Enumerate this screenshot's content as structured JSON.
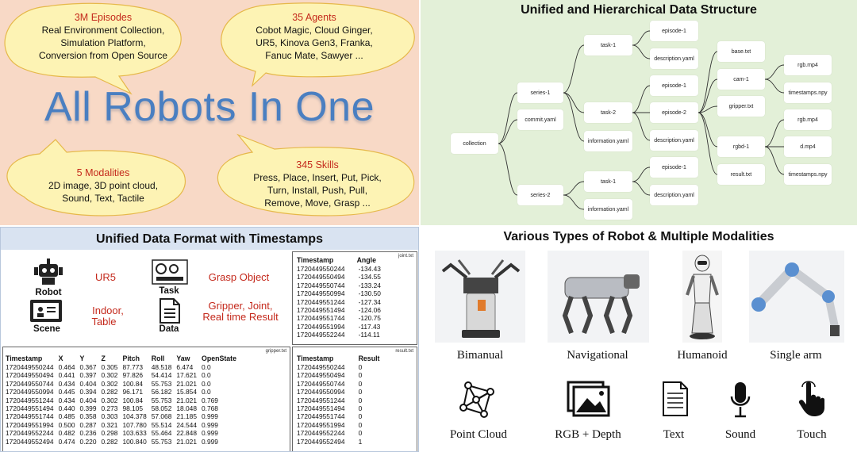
{
  "top_left": {
    "title": "All Robots In One",
    "bubbles": [
      {
        "title": "3M Episodes",
        "lines": [
          "Real Environment Collection,",
          "Simulation Platform,",
          "Conversion from Open Source"
        ]
      },
      {
        "title": "35 Agents",
        "lines": [
          "Cobot Magic, Cloud Ginger,",
          "UR5, Kinova Gen3, Franka,",
          "Fanuc Mate, Sawyer ..."
        ]
      },
      {
        "title": "5 Modalities",
        "lines": [
          "2D image, 3D point cloud,",
          "Sound, Text, Tactile"
        ]
      },
      {
        "title": "345 Skills",
        "lines": [
          "Press, Place, Insert, Put, Pick,",
          "Turn, Install, Push, Pull,",
          "Remove, Move, Grasp ..."
        ]
      }
    ]
  },
  "top_right": {
    "title": "Unified and Hierarchical Data Structure",
    "nodes": {
      "collection": "collection",
      "series1": "series-1",
      "commit": "commit.yaml",
      "series2": "series-2",
      "task1a": "task-1",
      "task2": "task-2",
      "info_a": "information.yaml",
      "task1b": "task-1",
      "info_b": "information.yaml",
      "ep1a": "episode-1",
      "desc_a": "description.yaml",
      "ep1b": "episode-1",
      "ep2": "episode-2",
      "desc_b": "description.yaml",
      "ep1c": "episode-1",
      "desc_c": "description.yaml",
      "base": "base.txt",
      "cam1": "cam-1",
      "gripper": "gripper.txt",
      "rgbd1": "rgbd-1",
      "result": "result.txt",
      "rgb1": "rgb.mp4",
      "ts1": "timestamps.npy",
      "rgb2": "rgb.mp4",
      "dmp4": "d.mp4",
      "ts2": "timestamps.npy"
    }
  },
  "bottom_left": {
    "title": "Unified Data Format with Timestamps",
    "info": {
      "robot_label": "Robot",
      "robot_value": "UR5",
      "task_label": "Task",
      "task_value": "Grasp Object",
      "scene_label": "Scene",
      "scene_value_1": "Indoor,",
      "scene_value_2": "Table",
      "data_label": "Data",
      "data_value_1": "Gripper, Joint,",
      "data_value_2": "Real time Result"
    },
    "joint_table": {
      "file": "joint.txt",
      "headers": [
        "Timestamp",
        "Angle"
      ],
      "rows": [
        [
          "1720449550244",
          "-134.43"
        ],
        [
          "1720449550494",
          "-134.55"
        ],
        [
          "1720449550744",
          "-133.24"
        ],
        [
          "1720449550994",
          "-130.50"
        ],
        [
          "1720449551244",
          "-127.34"
        ],
        [
          "1720449551494",
          "-124.06"
        ],
        [
          "1720449551744",
          "-120.75"
        ],
        [
          "1720449551994",
          "-117.43"
        ],
        [
          "1720449552244",
          "-114.11"
        ]
      ]
    },
    "gripper_table": {
      "file": "gripper.txt",
      "headers": [
        "Timestamp",
        "X",
        "Y",
        "Z",
        "Pitch",
        "Roll",
        "Yaw",
        "OpenState"
      ],
      "rows": [
        [
          "1720449550244",
          "0.464",
          "0.367",
          "0.305",
          "87.773",
          "48.518",
          "6.474",
          "0.0"
        ],
        [
          "1720449550494",
          "0.441",
          "0.397",
          "0.302",
          "97.826",
          "54.414",
          "17.621",
          "0.0"
        ],
        [
          "1720449550744",
          "0.434",
          "0.404",
          "0.302",
          "100.84",
          "55.753",
          "21.021",
          "0.0"
        ],
        [
          "1720449550994",
          "0.445",
          "0.394",
          "0.282",
          "96.171",
          "56.182",
          "15.854",
          "0.0"
        ],
        [
          "1720449551244",
          "0.434",
          "0.404",
          "0.302",
          "100.84",
          "55.753",
          "21.021",
          "0.769"
        ],
        [
          "1720449551494",
          "0.440",
          "0.399",
          "0.273",
          "98.105",
          "58.052",
          "18.048",
          "0.768"
        ],
        [
          "1720449551744",
          "0.485",
          "0.358",
          "0.303",
          "104.378",
          "57.068",
          "21.185",
          "0.999"
        ],
        [
          "1720449551994",
          "0.500",
          "0.287",
          "0.321",
          "107.780",
          "55.514",
          "24.544",
          "0.999"
        ],
        [
          "1720449552244",
          "0.482",
          "0.236",
          "0.298",
          "103.633",
          "55.464",
          "22.848",
          "0.999"
        ],
        [
          "1720449552494",
          "0.474",
          "0.220",
          "0.282",
          "100.840",
          "55.753",
          "21.021",
          "0.999"
        ]
      ]
    },
    "result_table": {
      "file": "result.txt",
      "headers": [
        "Timestamp",
        "Result"
      ],
      "rows": [
        [
          "1720449550244",
          "0"
        ],
        [
          "1720449550494",
          "0"
        ],
        [
          "1720449550744",
          "0"
        ],
        [
          "1720449550994",
          "0"
        ],
        [
          "1720449551244",
          "0"
        ],
        [
          "1720449551494",
          "0"
        ],
        [
          "1720449551744",
          "0"
        ],
        [
          "1720449551994",
          "0"
        ],
        [
          "1720449552244",
          "0"
        ],
        [
          "1720449552494",
          "1"
        ]
      ]
    }
  },
  "bottom_right": {
    "title": "Various Types of Robot & Multiple Modalities",
    "robots": [
      "Bimanual",
      "Navigational",
      "Humanoid",
      "Single arm"
    ],
    "modalities": [
      "Point Cloud",
      "RGB + Depth",
      "Text",
      "Sound",
      "Touch"
    ]
  },
  "colors": {
    "accent_red": "#c4291c",
    "title_blue": "#4a7fc1",
    "bubble_fill": "#fdf3b4",
    "bubble_stroke": "#e6b84a"
  }
}
